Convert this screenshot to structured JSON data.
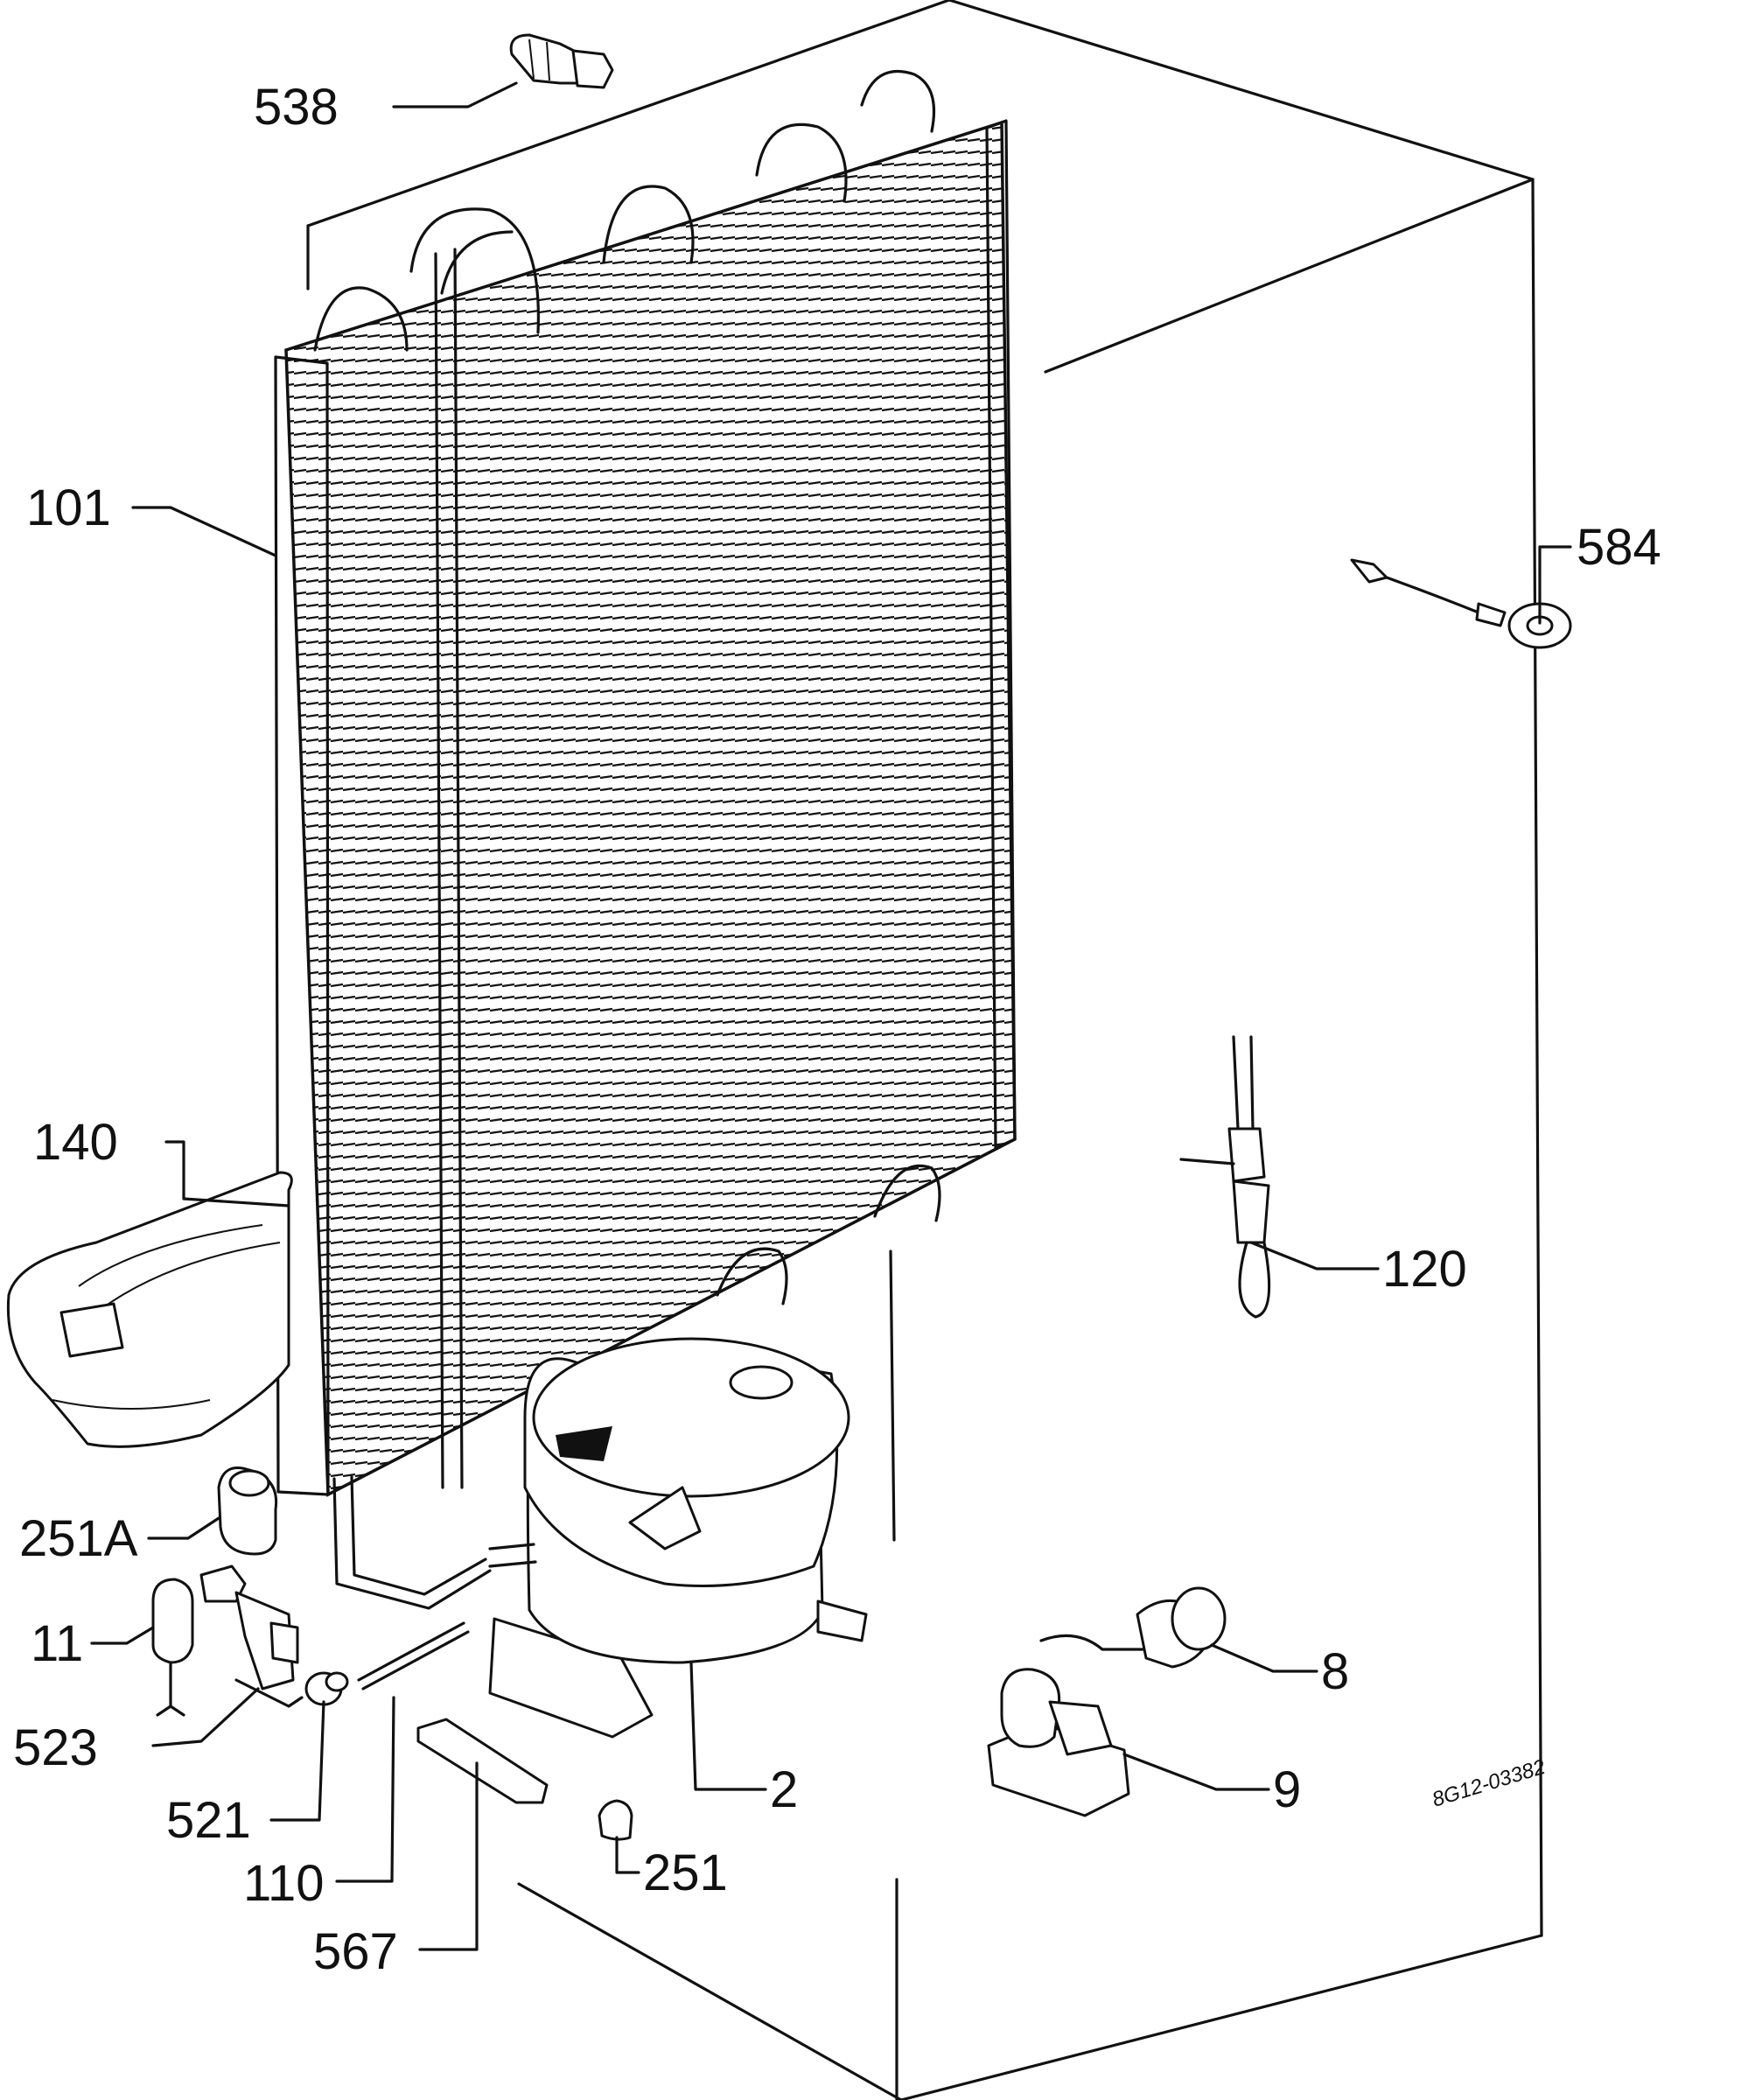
{
  "drawing_code": "8G12-03382",
  "parts": [
    {
      "id": "538",
      "label": "538"
    },
    {
      "id": "101",
      "label": "101"
    },
    {
      "id": "584",
      "label": "584"
    },
    {
      "id": "140",
      "label": "140"
    },
    {
      "id": "120",
      "label": "120"
    },
    {
      "id": "251A",
      "label": "251A"
    },
    {
      "id": "11",
      "label": "11"
    },
    {
      "id": "8",
      "label": "8"
    },
    {
      "id": "523",
      "label": "523"
    },
    {
      "id": "9",
      "label": "9"
    },
    {
      "id": "2",
      "label": "2"
    },
    {
      "id": "521",
      "label": "521"
    },
    {
      "id": "251",
      "label": "251"
    },
    {
      "id": "110",
      "label": "110"
    },
    {
      "id": "567",
      "label": "567"
    }
  ]
}
